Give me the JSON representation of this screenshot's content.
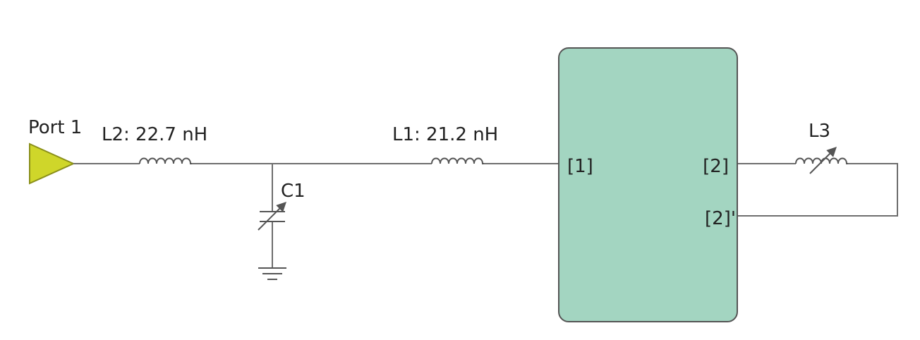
{
  "colors": {
    "wire": "#6e6e6e",
    "port_fill": "#cfd62a",
    "port_stroke": "#8a8f1a",
    "block_fill": "#a3d5c1",
    "block_stroke": "#555555"
  },
  "labels": {
    "port1": "Port 1",
    "l2": "L2: 22.7 nH",
    "l1": "L1: 21.2 nH",
    "c1": "C1",
    "l3": "L3"
  },
  "block": {
    "pin1": "[1]",
    "pin2": "[2]",
    "pin2p": "[2]'"
  },
  "icons": {
    "port": "port-triangle-icon",
    "inductor": "inductor-icon",
    "variable_inductor": "variable-inductor-icon",
    "variable_capacitor": "variable-capacitor-icon",
    "ground": "ground-icon"
  }
}
